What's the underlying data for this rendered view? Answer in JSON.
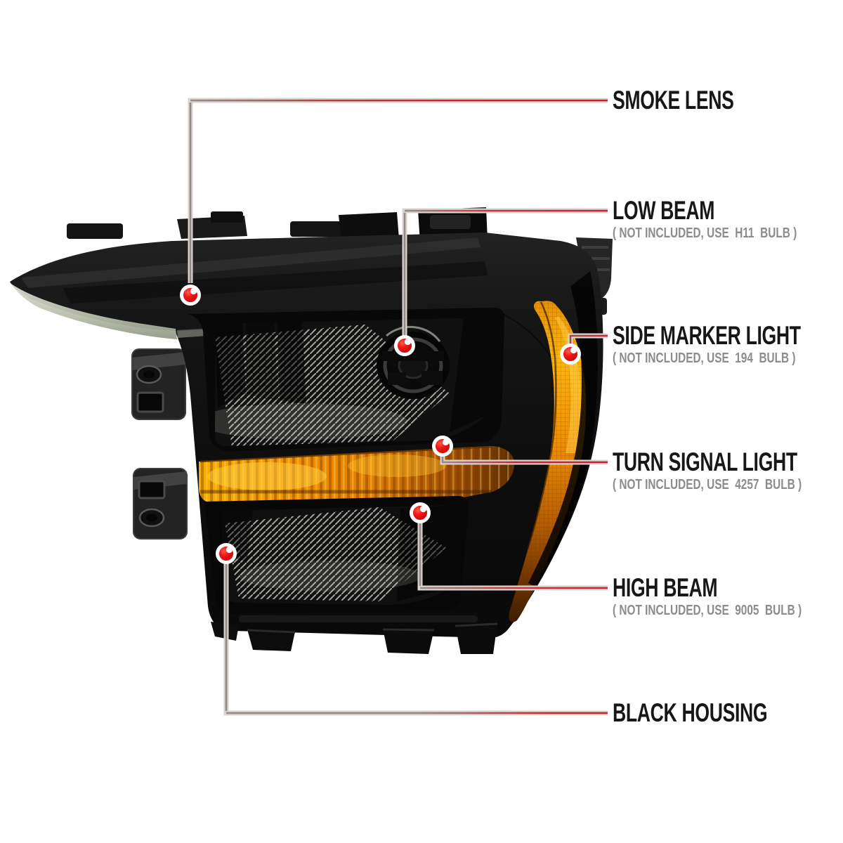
{
  "diagram": {
    "type": "product-callout-diagram",
    "subject": "Black housing smoke lens headlight (driver side) with amber reflectors"
  },
  "callouts": [
    {
      "id": "smoke-lens",
      "title": "SMOKE LENS",
      "subtitle": ""
    },
    {
      "id": "low-beam",
      "title": "LOW BEAM",
      "subtitle": "( NOT INCLUDED, USE  H11  BULB )"
    },
    {
      "id": "side-marker-light",
      "title": "SIDE MARKER LIGHT",
      "subtitle": "( NOT INCLUDED, USE  194  BULB )"
    },
    {
      "id": "turn-signal-light",
      "title": "TURN SIGNAL LIGHT",
      "subtitle": "( NOT INCLUDED, USE  4257  BULB )"
    },
    {
      "id": "high-beam",
      "title": "HIGH BEAM",
      "subtitle": "( NOT INCLUDED, USE  9005  BULB )"
    },
    {
      "id": "black-housing",
      "title": "BLACK HOUSING",
      "subtitle": ""
    }
  ],
  "colors": {
    "background": "#ffffff",
    "accent_red": "#c9232a",
    "pointer_gray": "#938a88",
    "pointer_casing": "#d9d3d0",
    "dot_red": "#e30613",
    "title_black": "#171717",
    "subtitle_gray": "#8c8c8c",
    "amber": "#f29100",
    "housing_black": "#111111"
  }
}
